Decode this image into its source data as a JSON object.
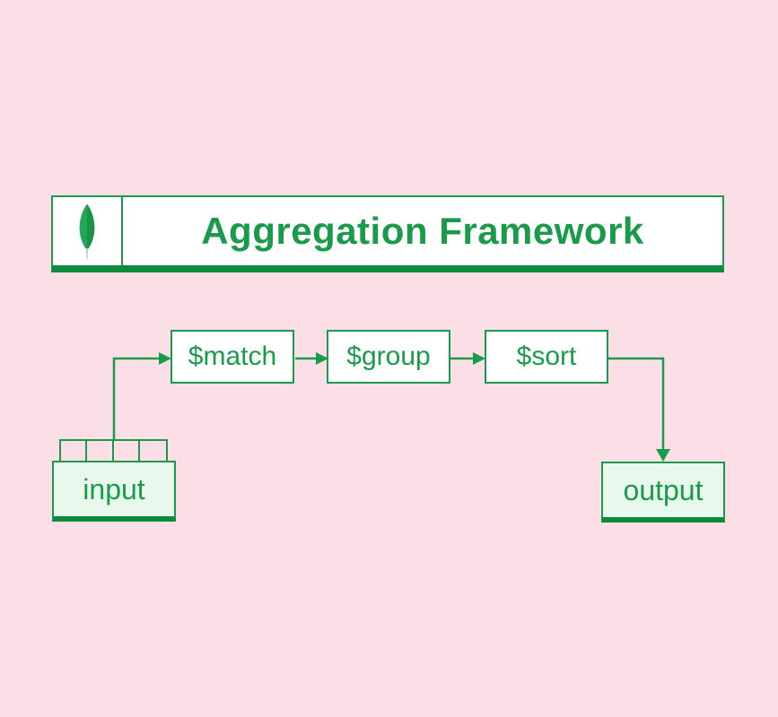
{
  "header": {
    "title": "Aggregation Framework",
    "logo_icon": "mongodb-leaf-icon"
  },
  "diagram": {
    "input_label": "input",
    "output_label": "output",
    "stages": [
      {
        "label": "$match"
      },
      {
        "label": "$group"
      },
      {
        "label": "$sort"
      }
    ],
    "flow": "input -> $match -> $group -> $sort -> output"
  },
  "colors": {
    "background": "#fcdfe6",
    "green": "#1a9b4b",
    "green_dark": "#0e8a3d",
    "box_fill_light": "#e9f8ec",
    "box_fill_white": "#fefffe",
    "leaf_left": "#23a757",
    "leaf_right": "#1b9048",
    "leaf_stem": "#c6c6c6"
  }
}
